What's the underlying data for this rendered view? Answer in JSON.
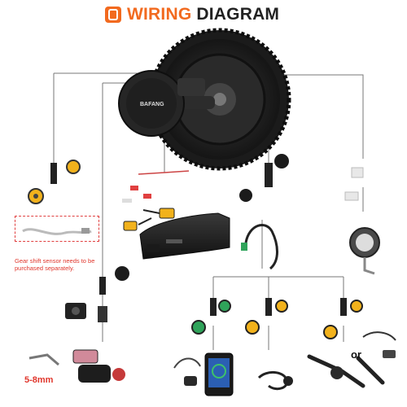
{
  "header": {
    "title_accent": "WIRING",
    "title_rest": "DIAGRAM",
    "accent_color": "#f26a1f"
  },
  "motor": {
    "brand": "BAFANG"
  },
  "notes": {
    "gear_sensor": "Gear shift sensor needs to be purchased separately.",
    "dimension": "5-8mm",
    "alternative": "or"
  },
  "icons": {
    "title": "wiring-label-icon",
    "motor": "mid-drive-motor-icon",
    "battery": "battery-icon",
    "display": "lcd-display-icon",
    "headlight": "headlight-icon",
    "throttle": "thumb-throttle-icon",
    "brake": "brake-lever-icon",
    "speed_sensor": "speed-sensor-icon"
  },
  "colors": {
    "line": "#777777",
    "warning_red": "#e0362c",
    "connector_yellow": "#f2b21c",
    "connector_green": "#2fa35a"
  }
}
